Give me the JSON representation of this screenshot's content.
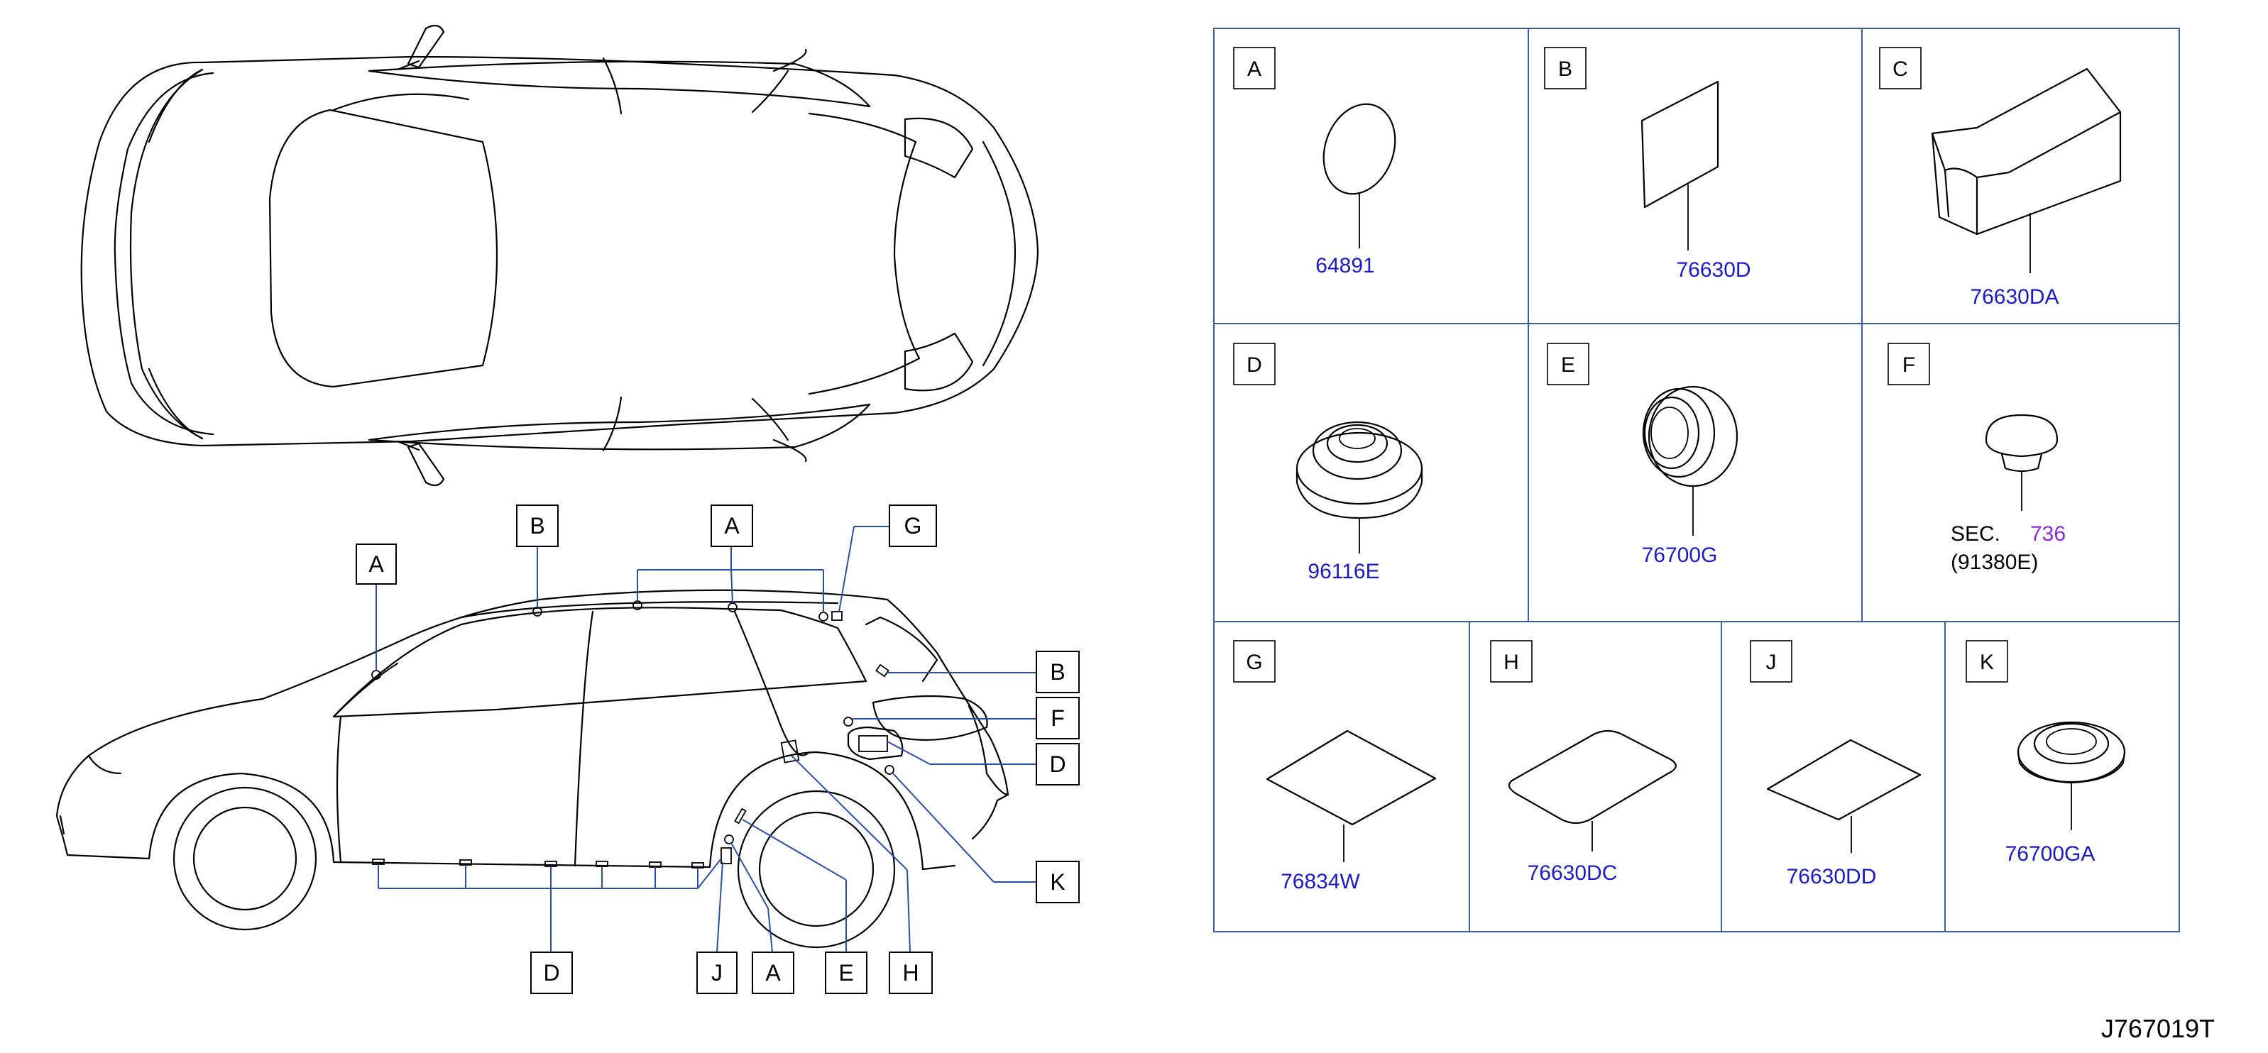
{
  "callouts": [
    "A",
    "B",
    "A",
    "G",
    "B",
    "F",
    "D",
    "K",
    "D",
    "J",
    "A",
    "E",
    "H"
  ],
  "cells": {
    "A": {
      "letter": "A",
      "part": "64891"
    },
    "B": {
      "letter": "B",
      "part": "76630D"
    },
    "C": {
      "letter": "C",
      "part": "76630DA"
    },
    "D": {
      "letter": "D",
      "part": "96116E"
    },
    "E": {
      "letter": "E",
      "part": "76700G"
    },
    "F": {
      "letter": "F",
      "sec_label": "SEC.",
      "sec_number": "736",
      "part": "(91380E)"
    },
    "G": {
      "letter": "G",
      "part": "76834W"
    },
    "H": {
      "letter": "H",
      "part": "76630DC"
    },
    "J": {
      "letter": "J",
      "part": "76630DD"
    },
    "K": {
      "letter": "K",
      "part": "76700GA"
    }
  },
  "diagram_code": "J767019T"
}
